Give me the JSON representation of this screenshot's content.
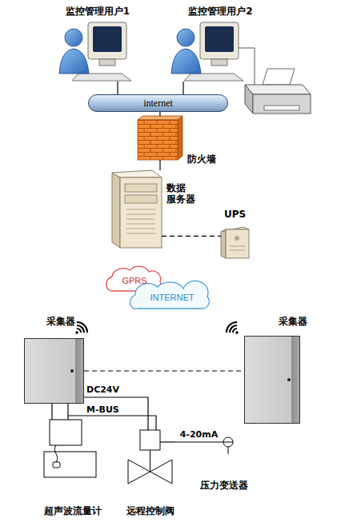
{
  "diagram": {
    "nodes": [
      {
        "text": [
          "监控管理用户1"
        ]
      },
      {
        "text": [
          "监控管理用户2"
        ]
      },
      {
        "text": [
          "internet"
        ]
      },
      {
        "text": [
          "防火墙"
        ]
      },
      {
        "text": [
          "数据 服务器"
        ]
      },
      {
        "text": [
          "UPS"
        ]
      },
      {
        "text": [
          "GPRS"
        ]
      },
      {
        "text": [
          "INTERNET"
        ]
      },
      {
        "text": [
          "采集器"
        ]
      },
      {
        "text": [
          "采集器"
        ]
      },
      {
        "text": [
          "超声波流量计"
        ]
      },
      {
        "text": [
          "远程控制阀"
        ]
      },
      {
        "text": [
          "压力变送器"
        ]
      }
    ],
    "edges": [
      {
        "from": 0,
        "to": 2,
        "arrow": "none"
      },
      {
        "from": 1,
        "to": 2,
        "arrow": "none"
      },
      {
        "from": 2,
        "to": 3,
        "arrow": "none"
      },
      {
        "from": 3,
        "to": 4,
        "arrow": "none"
      },
      {
        "from": 4,
        "to": 5,
        "arrow": "none"
      },
      {
        "from": 8,
        "to": 9,
        "arrow": "none"
      },
      {
        "from": 8,
        "to": 10,
        "arrow": "none"
      },
      {
        "from": 8,
        "to": 11,
        "arrow": "none"
      },
      {
        "from": 11,
        "to": 12,
        "label": "4-20mA",
        "arrow": "none"
      }
    ],
    "labels": [
      "DC24V",
      "M-BUS"
    ]
  }
}
